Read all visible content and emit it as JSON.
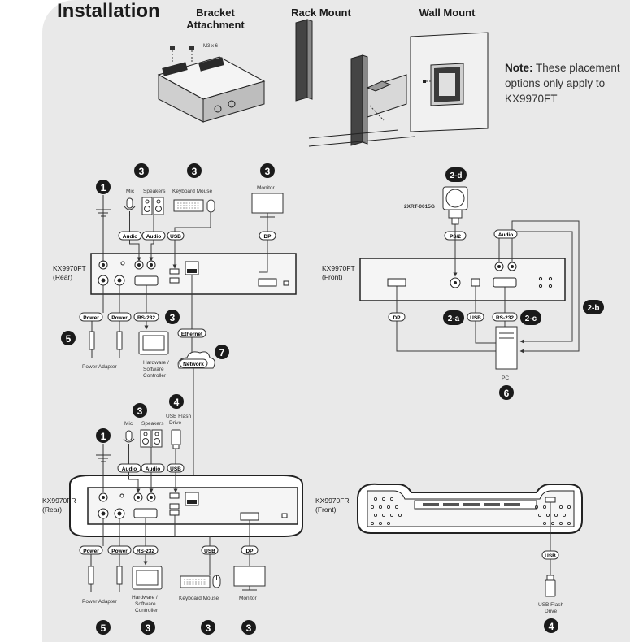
{
  "title": "Installation",
  "headings": {
    "bracket": "Bracket Attachment",
    "rack": "Rack Mount",
    "wall": "Wall Mount"
  },
  "screw_label": "M3 x 6",
  "note": {
    "bold": "Note:",
    "text": "These placement options only apply to KX9970FT"
  },
  "devices": {
    "ft_rear": "KX9970FT\n(Rear)",
    "ft_front": "KX9970FT\n(Front)",
    "fr_rear": "KX9970FR\n(Rear)",
    "fr_front": "KX9970FR\n(Front)",
    "converter": "2XRT-0015G"
  },
  "steps": {
    "ground": "1",
    "peripherals": "3",
    "usb_drive": "4",
    "power": "5",
    "pc": "6",
    "network": "7",
    "ps2_a": "2-a",
    "usb_b": "2-b",
    "rs232_c": "2-c",
    "converter_d": "2-d"
  },
  "ports": {
    "audio": "Audio",
    "usb": "USB",
    "dp": "DP",
    "power": "Power",
    "rs232": "RS-232",
    "ethernet": "Ethernet",
    "network": "Network",
    "ps2": "PS/2"
  },
  "labels": {
    "mic": "Mic",
    "speakers": "Speakers",
    "keyboard_mouse": "Keyboard Mouse",
    "monitor": "Monitor",
    "power_adapter": "Power Adapter",
    "controller": "Hardware /\nSoftware\nController",
    "usb_flash_top": "USB Flash\nDrive",
    "usb_flash_bottom": "USB Flash\nDrive",
    "pc": "PC"
  },
  "colors": {
    "ink": "#1c1c1c",
    "panel": "#e9e9e9",
    "cable": "#3a3a3a",
    "badge": "#1a1a1a"
  }
}
